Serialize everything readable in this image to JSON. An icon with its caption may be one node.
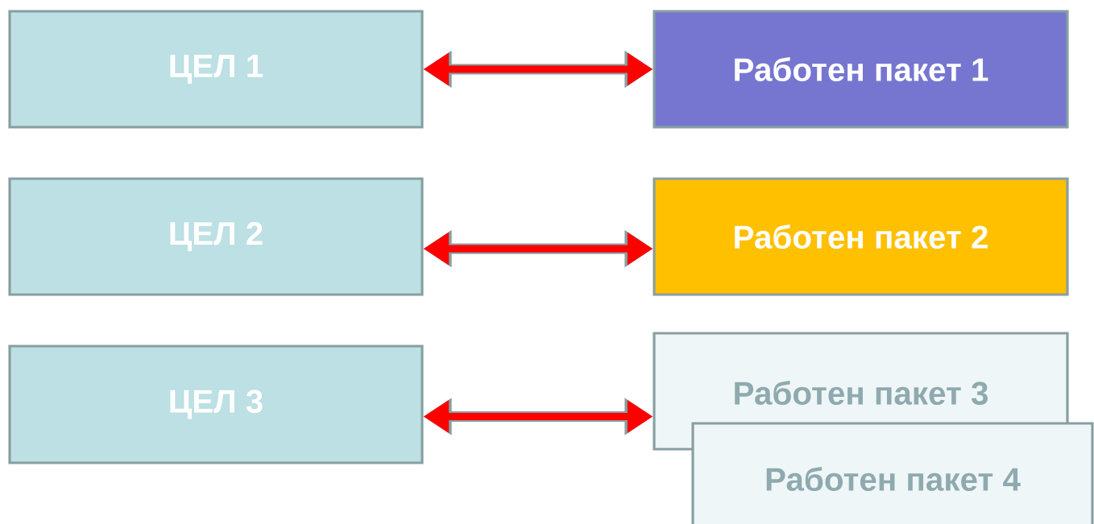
{
  "diagram": {
    "nodes": [
      {
        "text": [
          "ЦЕЛ 1"
        ]
      },
      {
        "text": [
          "Работен пакет 1"
        ]
      },
      {
        "text": [
          "ЦЕЛ 2"
        ]
      },
      {
        "text": [
          "Работен пакет 2"
        ]
      },
      {
        "text": [
          "ЦЕЛ 3"
        ]
      },
      {
        "text": [
          "Работен пакет 3"
        ]
      },
      {
        "text": [
          "Работен пакет 4"
        ]
      }
    ],
    "edges": [
      {
        "from": 0,
        "to": 1,
        "arrow": "both"
      },
      {
        "from": 2,
        "to": 3,
        "arrow": "both"
      },
      {
        "from": 4,
        "to": 5,
        "arrow": "both"
      }
    ]
  }
}
